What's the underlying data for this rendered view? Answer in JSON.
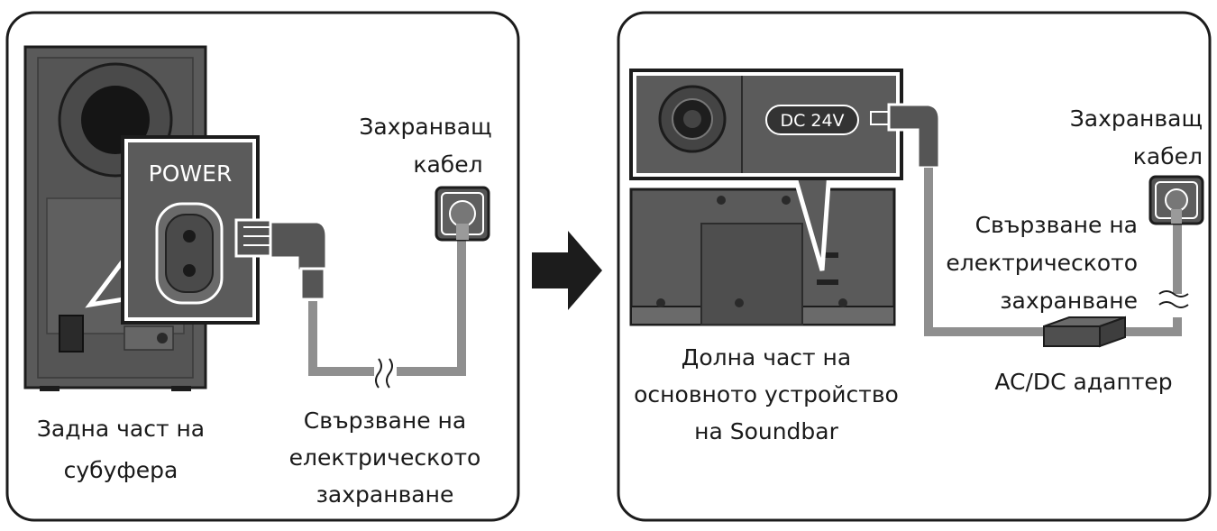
{
  "panel_left": {
    "power_label": "POWER",
    "power_cord_label": [
      "Захранващ",
      "кабел"
    ],
    "subwoofer_caption": [
      "Задна част на",
      "субуфера"
    ],
    "outlet_caption": [
      "Свързване на",
      "електрическото",
      "захранване"
    ]
  },
  "panel_right": {
    "dc_label": "DC 24V",
    "power_cord_label": [
      "Захранващ",
      "кабел"
    ],
    "outlet_caption": [
      "Свързване на",
      "електрическото",
      "захранване"
    ],
    "soundbar_caption": [
      "Долна част на",
      "основното устройство",
      "на Soundbar"
    ],
    "adapter_label": "AC/DC адаптер"
  },
  "colors": {
    "outline": "#1c1c1c",
    "device_dark": "#555555",
    "device_mid": "#6b6b6b",
    "cable": "#9a9a9a",
    "background": "#ffffff"
  },
  "icons": [
    "arrow-right-icon",
    "wall-outlet-icon",
    "power-plug-icon",
    "dc-plug-icon",
    "adapter-icon"
  ]
}
